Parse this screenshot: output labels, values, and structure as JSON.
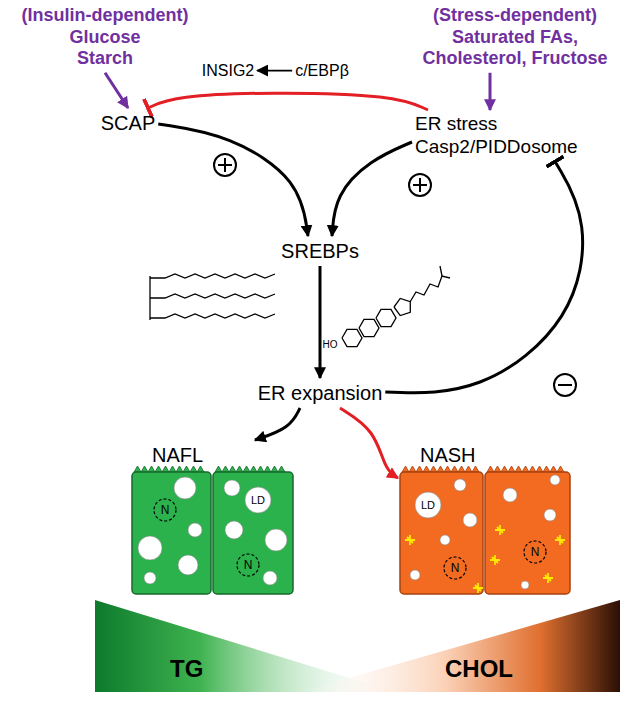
{
  "diagram": {
    "nodes": [
      {
        "text": [
          "(Insulin-dependent)",
          "Glucose",
          "Starch"
        ]
      },
      {
        "text": [
          "(Stress-dependent)",
          "Saturated FAs, Cholesterol, Fructose"
        ]
      },
      {
        "text": [
          "INSIG2"
        ]
      },
      {
        "text": [
          "c/EBPβ"
        ]
      },
      {
        "text": [
          "SCAP"
        ]
      },
      {
        "text": [
          "ER stress",
          "Casp2/PIDDosome"
        ]
      },
      {
        "text": [
          "SREBPs"
        ]
      },
      {
        "text": [
          "ER expansion"
        ]
      },
      {
        "text": [
          "NAFL"
        ]
      },
      {
        "text": [
          "NASH"
        ]
      },
      {
        "text": [
          "TG",
          "CHOL"
        ]
      }
    ],
    "edges": [
      {
        "from": 0,
        "to": 4,
        "arrow": "to"
      },
      {
        "from": 1,
        "to": 5,
        "arrow": "to"
      },
      {
        "from": 3,
        "to": 2,
        "arrow": "to"
      },
      {
        "from": 5,
        "to": 4,
        "arrow": "to"
      },
      {
        "from": 4,
        "to": 6,
        "arrow": "to"
      },
      {
        "from": 5,
        "to": 6,
        "arrow": "to"
      },
      {
        "from": 6,
        "to": 7,
        "arrow": "to"
      },
      {
        "from": 7,
        "to": 5,
        "arrow": "to"
      },
      {
        "from": 7,
        "to": 8,
        "arrow": "to"
      },
      {
        "from": 7,
        "to": 9,
        "arrow": "to"
      }
    ],
    "labels": [
      "LD",
      "N",
      "N",
      "LD",
      "N",
      "N",
      "HO"
    ]
  }
}
